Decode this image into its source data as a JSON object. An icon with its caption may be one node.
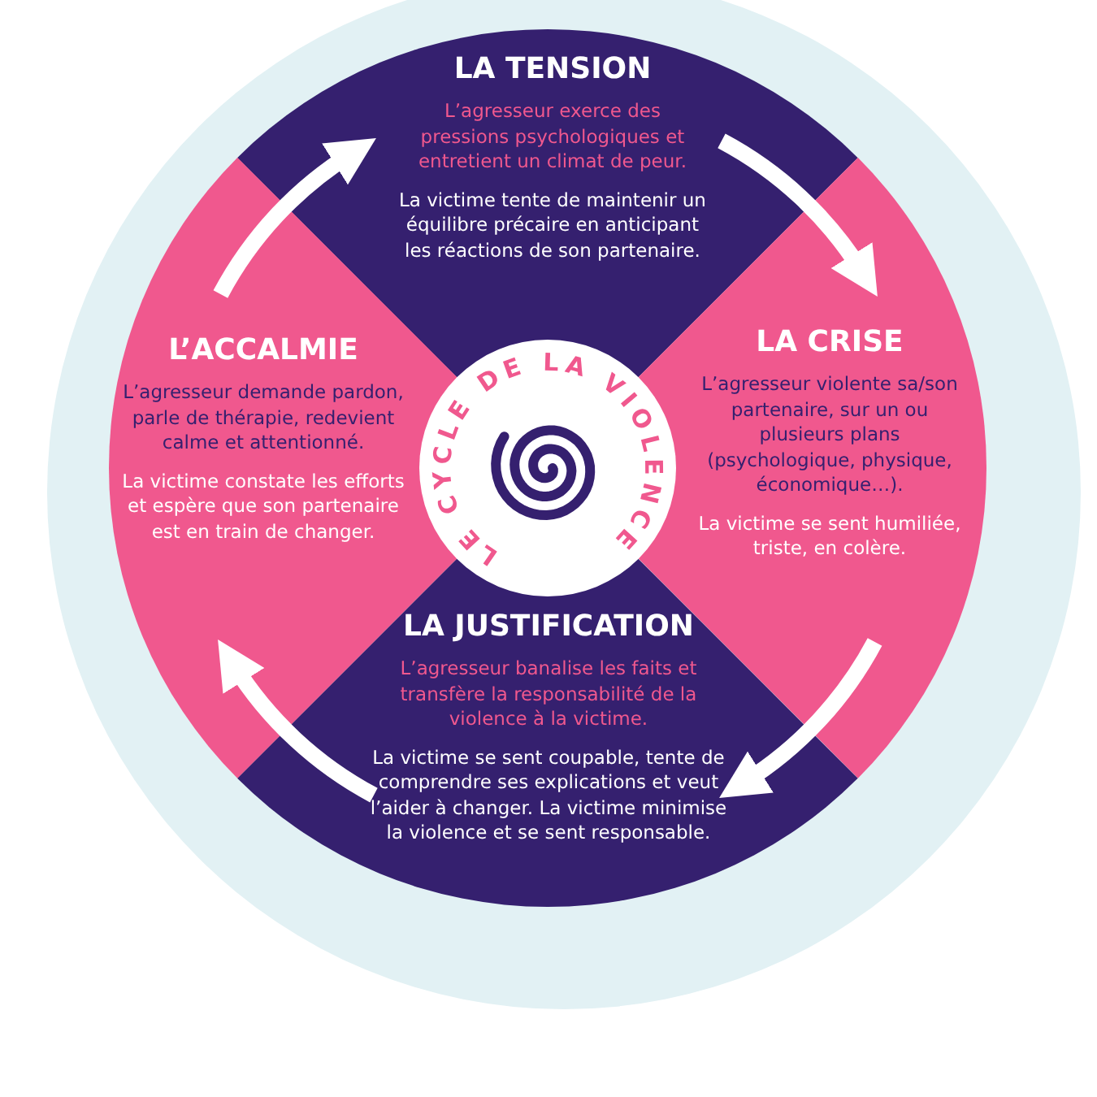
{
  "diagram": {
    "nodes": [
      {
        "text": [
          "LA TENSION",
          "L’agresseur exerce des pressions psychologiques et entretient un climat de peur.",
          "La victime tente de maintenir un équilibre précaire en anticipant les réactions de son partenaire."
        ]
      },
      {
        "text": [
          "LA CRISE",
          "L’agresseur violente sa/son partenaire, sur un ou plusieurs plans (psychologique, physique, économique…).",
          "La victime se sent humiliée, triste, en colère."
        ]
      },
      {
        "text": [
          "LA JUSTIFICATION",
          "L’agresseur banalise les faits et transfère la responsabilité de la violence à la victime.",
          "La victime se sent coupable, tente de comprendre ses explications et veut l’aider à changer. La victime minimise la violence et se sent responsable."
        ]
      },
      {
        "text": [
          "L’ACCALMIE",
          "L’agresseur demande pardon, parle de thérapie, redevient calme et attentionné.",
          "La victime constate les efforts et espère que son partenaire est en train de changer."
        ]
      },
      {
        "text": [
          "LE CYCLE DE LA VIOLENCE"
        ]
      }
    ],
    "edges": [
      {
        "from": 0,
        "to": 1,
        "arrow": "to"
      },
      {
        "from": 1,
        "to": 2,
        "arrow": "to"
      },
      {
        "from": 2,
        "to": 3,
        "arrow": "to"
      },
      {
        "from": 3,
        "to": 0,
        "arrow": "to"
      }
    ]
  }
}
